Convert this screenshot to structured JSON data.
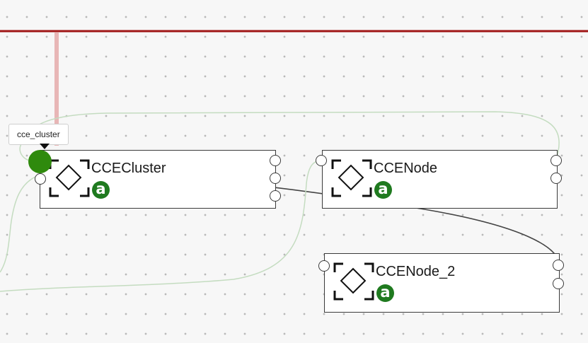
{
  "canvas": {
    "tooltip_text": "cce_cluster",
    "colors": {
      "top_rule": "#a01616",
      "link_highlight": "#e8b6b6",
      "wire_active": "#444444",
      "wire_inactive": "#c4dcc0",
      "port_active": "#2f8a0d",
      "badge": "#1f7a1f"
    }
  },
  "nodes": [
    {
      "id": "cce-cluster",
      "title": "CCECluster",
      "badge": "a",
      "icon": "diamond-frame-icon"
    },
    {
      "id": "cce-node",
      "title": "CCENode",
      "badge": "a",
      "icon": "diamond-frame-icon"
    },
    {
      "id": "cce-node-2",
      "title": "CCENode_2",
      "badge": "a",
      "icon": "diamond-frame-icon"
    }
  ]
}
